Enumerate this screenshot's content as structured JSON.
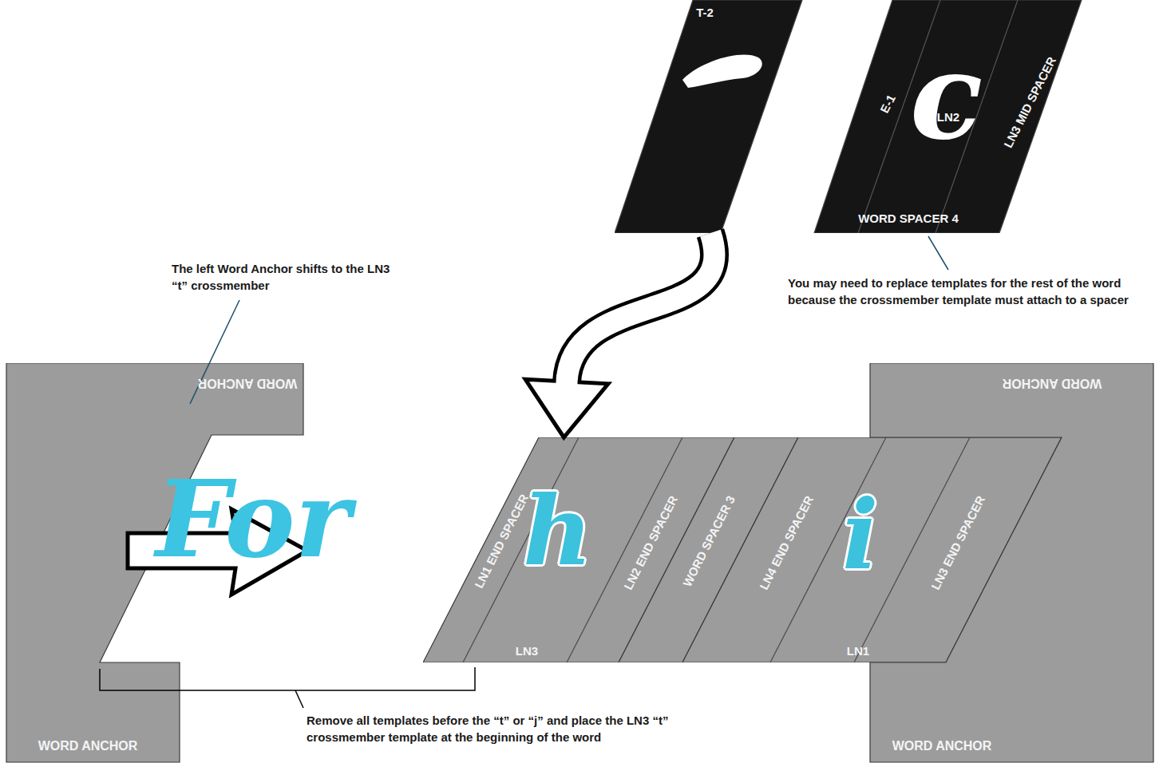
{
  "diagram": {
    "nodes": [
      {
        "text": [
          "WORD ANCHOR",
          "WORD ANCHOR"
        ]
      },
      {
        "text": [
          "T-2"
        ]
      },
      {
        "text": [
          "E-1",
          "LN3 MID SPACER",
          "WORD SPACER 4",
          "LN2"
        ]
      },
      {
        "text": [
          "LN1 END SPACER",
          "LN2 END SPACER",
          "LN3"
        ]
      },
      {
        "text": [
          "WORD SPACER 3"
        ]
      },
      {
        "text": [
          "LN4 END SPACER",
          "LN3 END SPACER",
          "LN1"
        ]
      },
      {
        "text": [
          "WORD ANCHOR",
          "WORD ANCHOR"
        ]
      }
    ],
    "edges": [
      {
        "from": 1,
        "to": 3,
        "arrow": "to"
      }
    ],
    "labels": [
      "The left Word Anchor shifts to the LN3 “t” crossmember",
      "You may need to replace templates for the rest of the word because the crossmember template must attach to a spacer",
      "Remove all templates before the “t” or “j” and place the LN3 “t” crossmember template at the beginning of the word",
      "For",
      "h",
      "i",
      "c"
    ]
  }
}
